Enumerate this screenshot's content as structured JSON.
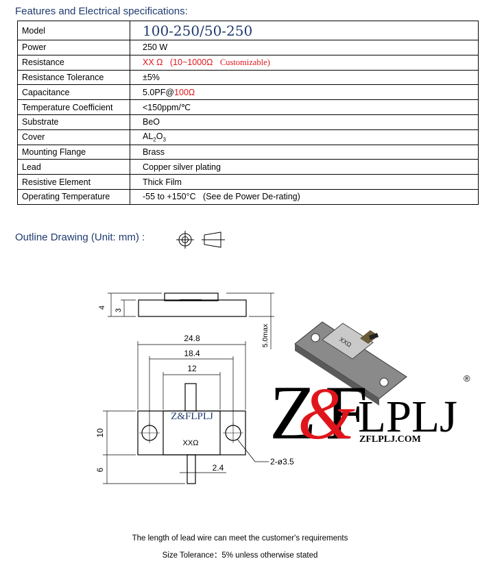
{
  "spec_title": "Features and Electrical specifications:",
  "spec_rows": [
    {
      "key": "Model",
      "value": "100-250/50-250"
    },
    {
      "key": "Power",
      "value": "250 W"
    },
    {
      "key": "Resistance",
      "value_main": "XX Ω",
      "value_range": "(10~1000Ω",
      "value_note": "Customizable)"
    },
    {
      "key": "Resistance Tolerance",
      "value": "±5%"
    },
    {
      "key": "Capacitance",
      "value_main": "5.0PF@",
      "value_red": "100Ω"
    },
    {
      "key": "Temperature Coefficient",
      "value_main": "<150ppm/",
      "value_unit": "℃"
    },
    {
      "key": "Substrate",
      "value": "BeO"
    },
    {
      "key": "Cover",
      "value_main": "AL",
      "value_sub1": "2",
      "value_mid": "O",
      "value_sub2": "3"
    },
    {
      "key": "Mounting Flange",
      "value": "Brass"
    },
    {
      "key": "Lead",
      "value": "Copper silver plating"
    },
    {
      "key": "Resistive Element",
      "value": "Thick Film"
    },
    {
      "key": "Operating Temperature",
      "value_main": "-55 to +150°C",
      "value_note": "(See de Power De-rating)"
    }
  ],
  "outline_title": "Outline Drawing (Unit: mm) :",
  "drawing": {
    "dim_height_total": "4",
    "dim_height_flange": "3",
    "dim_max_height": "5.0max",
    "dim_width_total": "24.8",
    "dim_hole_spacing": "18.4",
    "dim_body_width": "12",
    "dim_flange_height": "10",
    "dim_lead_length": "6",
    "dim_lead_width": "2.4",
    "dim_hole_dia": "2-ø3.5",
    "component_brand": "Z&FLPLJ",
    "component_mark": "XXΩ",
    "photo_mark": "XXΩ"
  },
  "logo": {
    "letter_z": "Z",
    "letter_amp": "&",
    "letter_f": "F",
    "letters_rest": "LPLJ",
    "registered": "®",
    "website": "ZFLPLJ.COM"
  },
  "footer": {
    "line1": "The length of lead wire can meet the customer's requirements",
    "line2": "Size Tolerance：5% unless otherwise stated"
  },
  "colors": {
    "title_blue": "#1f3a6e",
    "red": "#e0151b"
  }
}
